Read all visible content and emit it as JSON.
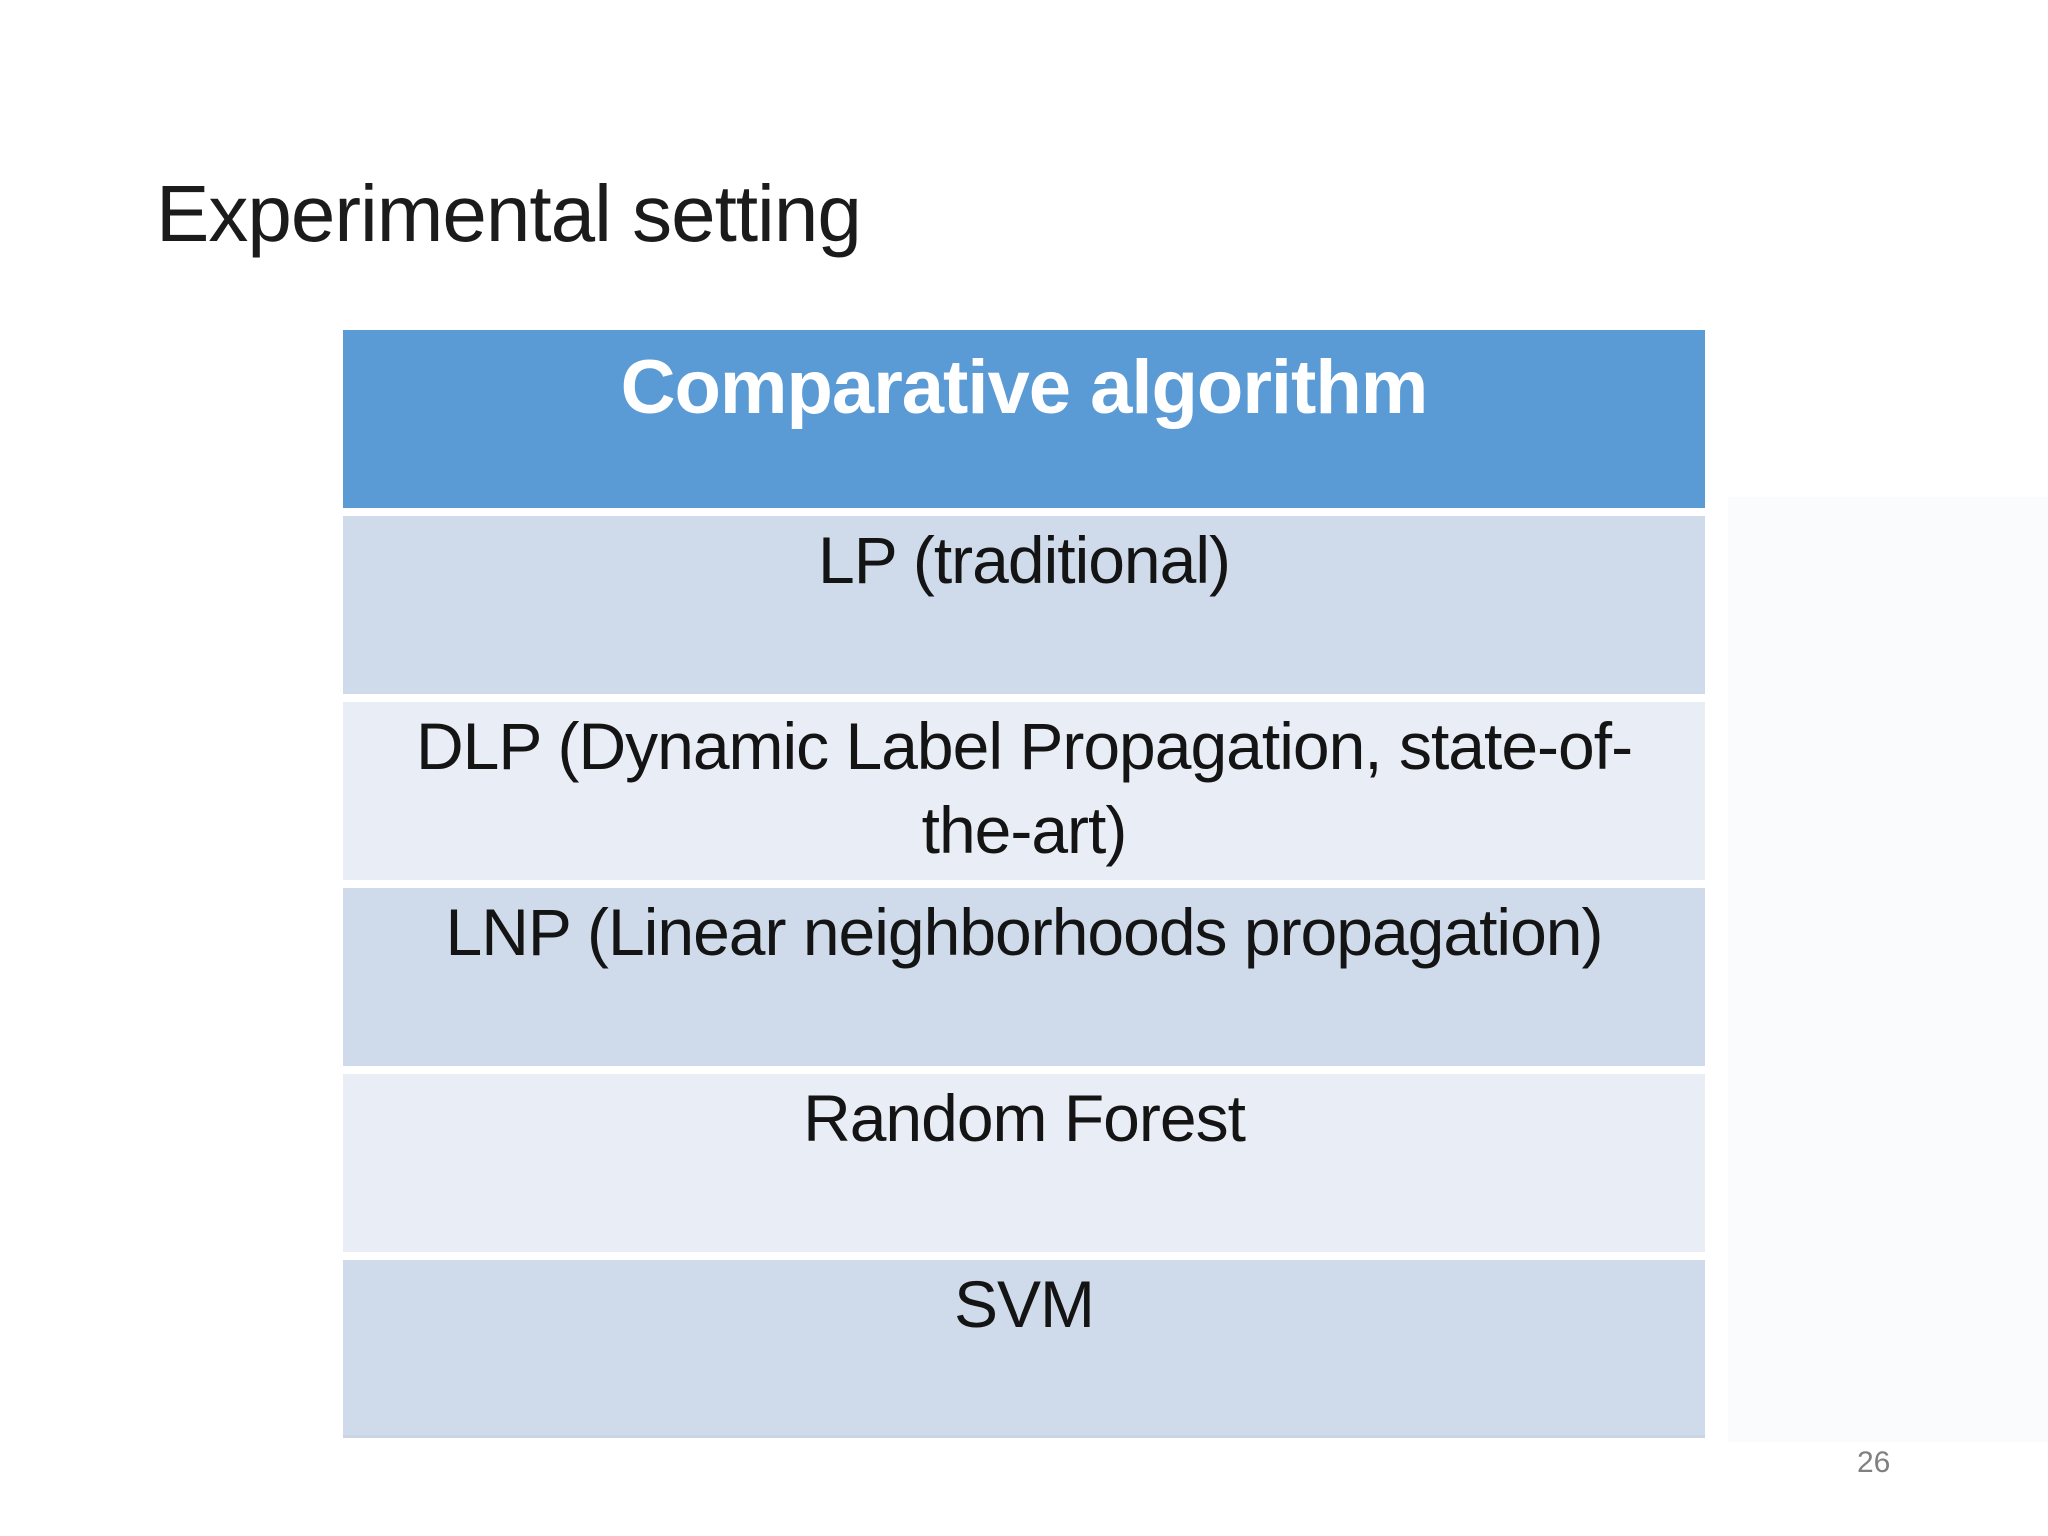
{
  "slide": {
    "title": "Experimental setting",
    "page_number": "26"
  },
  "table": {
    "header": "Comparative algorithm",
    "rows": [
      {
        "label": "LP (traditional)"
      },
      {
        "label": "DLP (Dynamic Label Propagation, state-of-the-art)"
      },
      {
        "label": "LNP (Linear neighborhoods propagation)"
      },
      {
        "label": "Random Forest"
      },
      {
        "label": "SVM"
      }
    ]
  },
  "colors": {
    "header_bg": "#5B9BD5",
    "header_text": "#FFFFFF",
    "band_dark": "#CFDBEB",
    "band_light": "#E9EDF5",
    "title_text": "#1B1B1B",
    "cell_text": "#141414",
    "page_number_text": "#808080"
  }
}
